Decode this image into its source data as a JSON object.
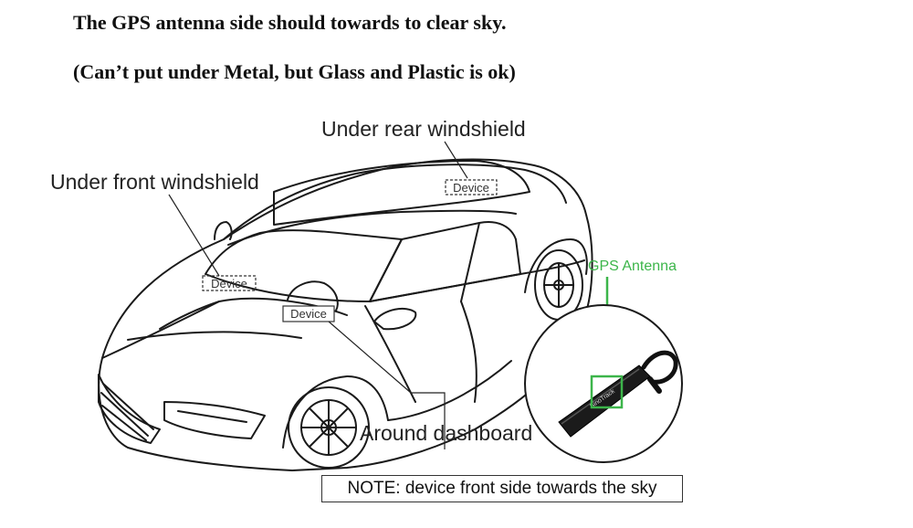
{
  "heading": {
    "line1": "The GPS antenna side should towards to clear sky.",
    "line2": "(Can’t put under Metal, but Glass and Plastic is ok)"
  },
  "labels": {
    "rear_windshield": "Under rear windshield",
    "front_windshield": "Under front windshield",
    "dashboard": "Around dashboard",
    "gps_antenna": "GPS Antenna",
    "device_rear": "Device",
    "device_front": "Device",
    "device_dash": "Device",
    "antenna_brand": "SinoTrack"
  },
  "note": "NOTE: device front side towards the sky",
  "colors": {
    "gps_green": "#3cb54a",
    "line": "#1a1a1a"
  }
}
